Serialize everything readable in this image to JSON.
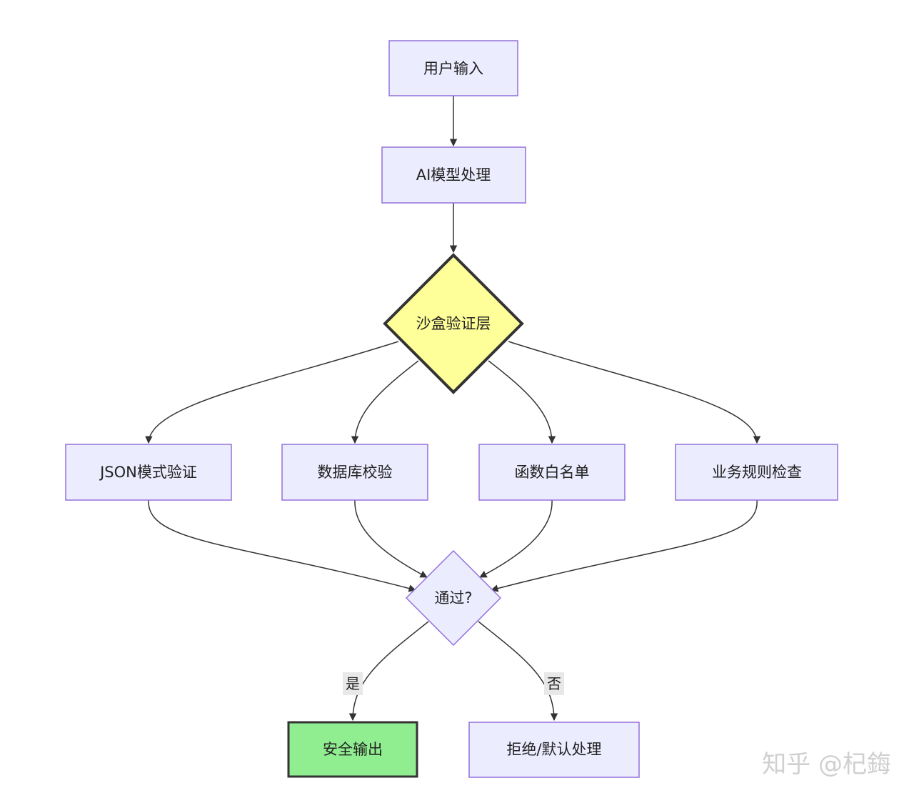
{
  "diagram": {
    "nodes": {
      "user_input": "用户输入",
      "ai_model": "AI模型处理",
      "sandbox": "沙盒验证层",
      "json_schema": "JSON模式验证",
      "db_check": "数据库校验",
      "func_whitelist": "函数白名单",
      "biz_rules": "业务规则检查",
      "pass_check": "通过?",
      "safe_output": "安全输出",
      "reject": "拒绝/默认处理"
    },
    "edge_labels": {
      "yes": "是",
      "no": "否"
    },
    "colors": {
      "node_fill": "#ececff",
      "node_stroke": "#9370db",
      "sandbox_fill": "#ffff99",
      "safe_fill": "#90ee90",
      "edge": "#333333"
    }
  },
  "watermark": "知乎 @杞鋂"
}
